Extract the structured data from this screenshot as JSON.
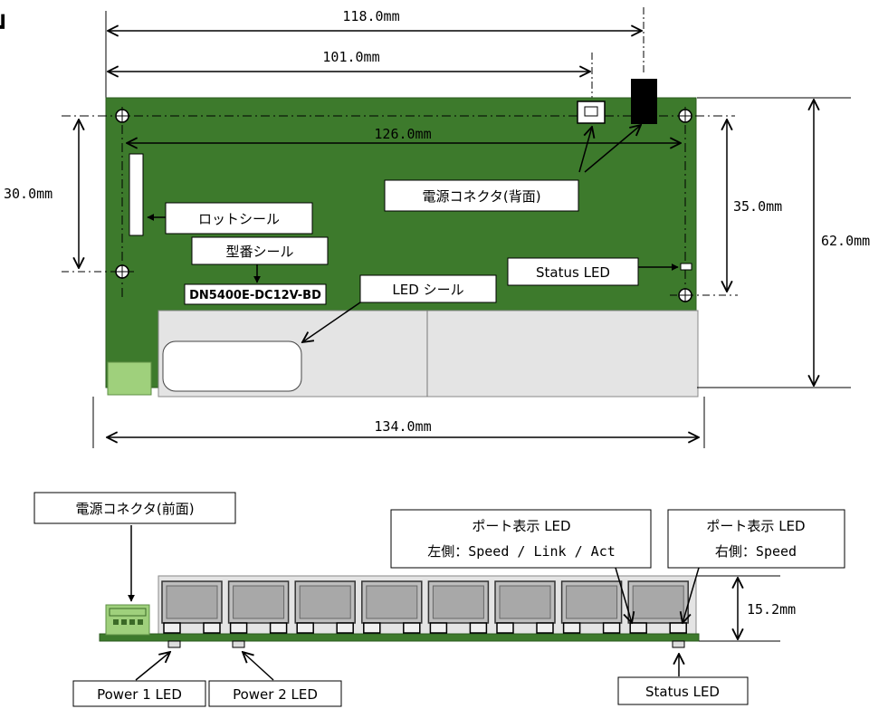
{
  "corner_mark": "┛",
  "top_view": {
    "dimensions": {
      "width_118": "118.0mm",
      "width_101": "101.0mm",
      "hole_pitch_126": "126.0mm",
      "height_30": "30.0mm",
      "height_35": "35.0mm",
      "height_62": "62.0mm",
      "width_134": "134.0mm"
    },
    "labels": {
      "power_connector_back": "電源コネクタ(背面)",
      "lot_seal": "ロットシール",
      "model_seal": "型番シール",
      "model_number": "DN5400E-DC12V-BD",
      "led_seal": "LED シール",
      "status_led": "Status LED"
    },
    "colors": {
      "pcb": "#3d7a2c",
      "pcb_edge": "#2a5a1e",
      "port_block": "#e4e4e4",
      "terminal": "#9fd07c"
    }
  },
  "front_view": {
    "labels": {
      "power_connector_front": "電源コネクタ(前面)",
      "port_led_left_line1": "ポート表示 LED",
      "port_led_left_line2": "左側：Speed / Link / Act",
      "port_led_right_line1": "ポート表示 LED",
      "port_led_right_line2": "右側：Speed",
      "power1_led": "Power 1 LED",
      "power2_led": "Power 2 LED",
      "status_led": "Status LED",
      "height_15": "15.2mm"
    },
    "port_count": 8
  }
}
